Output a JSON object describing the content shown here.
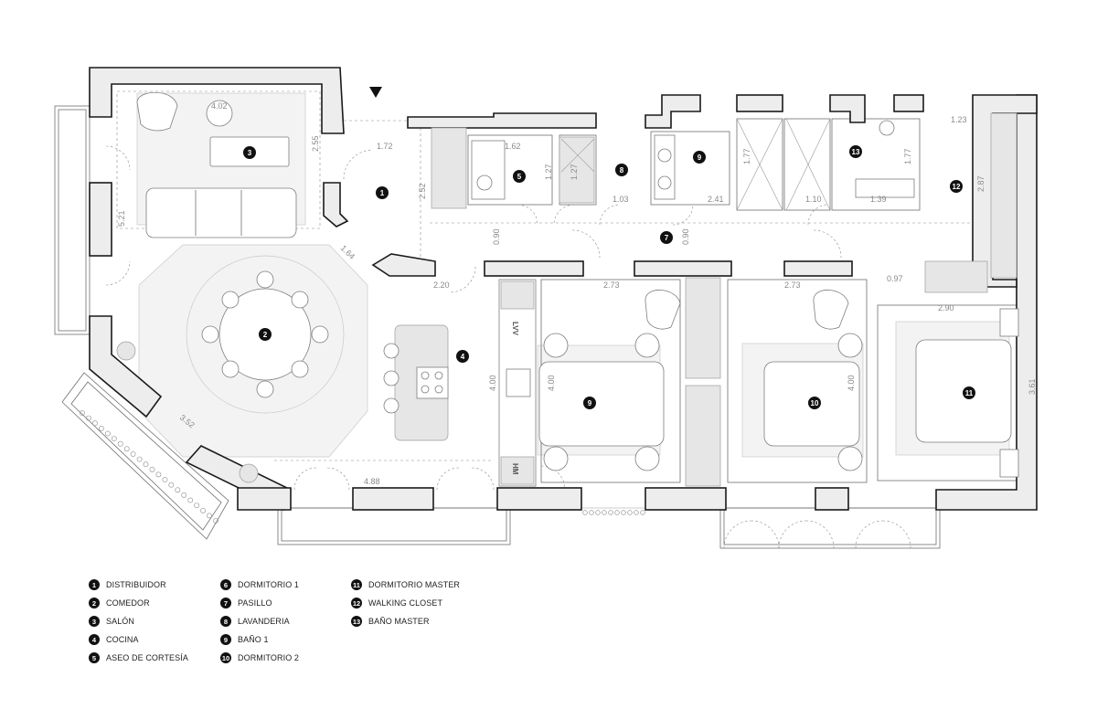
{
  "rooms": [
    {
      "id": "1",
      "name": "DISTRIBUIDOR"
    },
    {
      "id": "2",
      "name": "COMEDOR"
    },
    {
      "id": "3",
      "name": "SALÓN"
    },
    {
      "id": "4",
      "name": "COCINA"
    },
    {
      "id": "5",
      "name": "ASEO DE CORTESÍA"
    },
    {
      "id": "6",
      "name": "DORMITORIO 1"
    },
    {
      "id": "7",
      "name": "PASILLO"
    },
    {
      "id": "8",
      "name": "LAVANDERIA"
    },
    {
      "id": "9",
      "name": "BAÑO 1"
    },
    {
      "id": "10",
      "name": "DORMITORIO 2"
    },
    {
      "id": "11",
      "name": "DORMITORIO MASTER"
    },
    {
      "id": "12",
      "name": "WALKING CLOSET"
    },
    {
      "id": "13",
      "name": "BAÑO MASTER"
    }
  ],
  "plan_tags": [
    "1",
    "2",
    "3",
    "4",
    "5",
    "7",
    "8",
    "9",
    "9",
    "10",
    "11",
    "12",
    "13"
  ],
  "dimensions": [
    "4.02",
    "2.55",
    "1.72",
    "5.21",
    "2.52",
    "1.64",
    "1.62",
    "1.27",
    "1.27",
    "1.03",
    "0.90",
    "0.90",
    "2.41",
    "1.77",
    "1.10",
    "1.39",
    "1.77",
    "1.23",
    "2.87",
    "2.20",
    "2.73",
    "2.73",
    "0.97",
    "2.90",
    "4.00",
    "4.00",
    "4.00",
    "3.61",
    "3.52",
    "4.88"
  ],
  "appliance_labels": {
    "dishwasher": "LVV",
    "microwave": "HM"
  }
}
